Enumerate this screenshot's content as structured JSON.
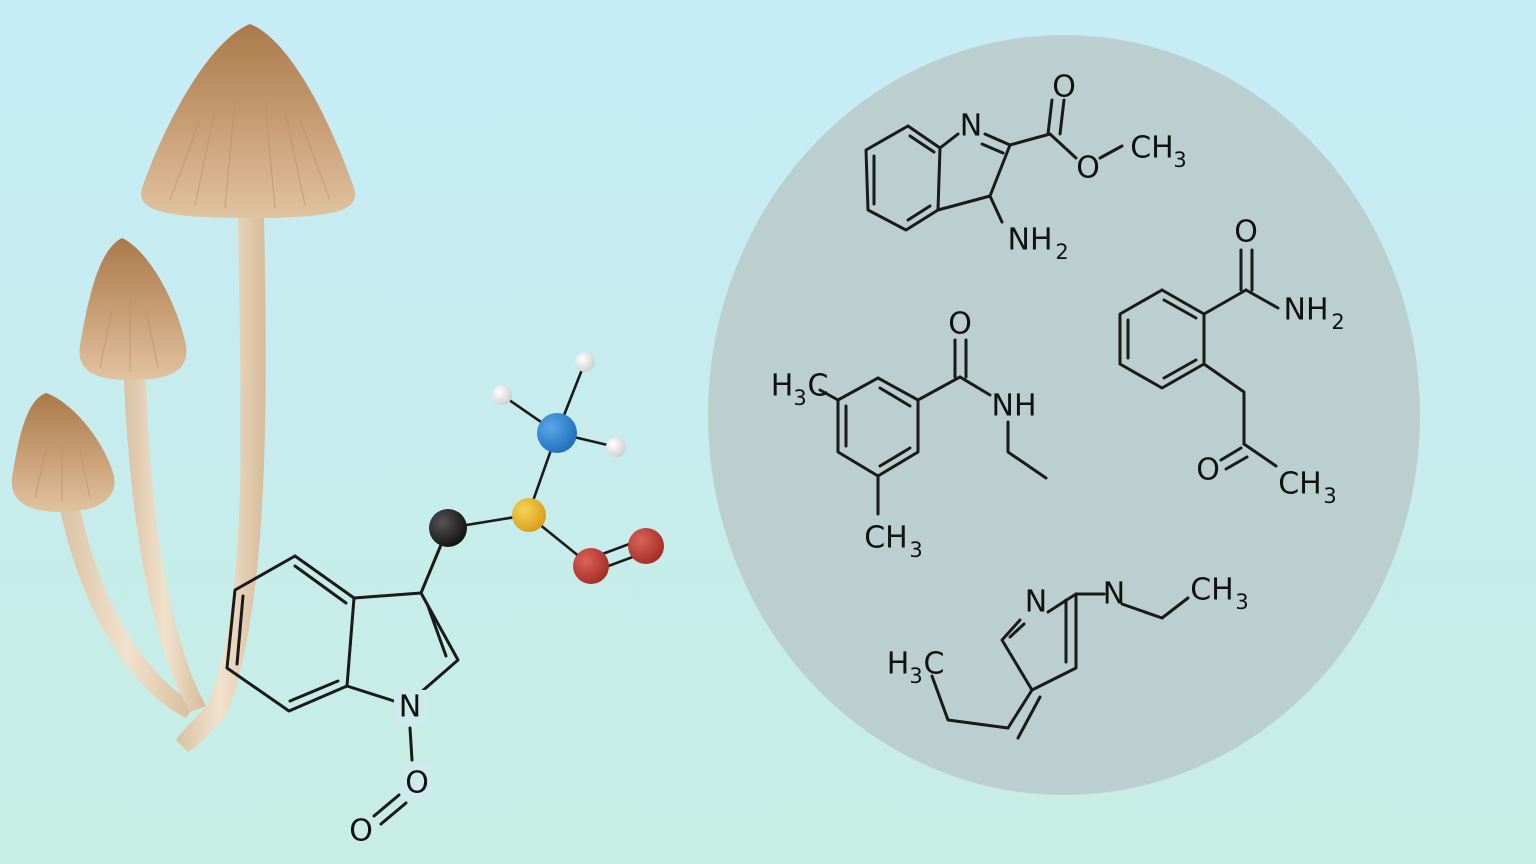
{
  "colors": {
    "background_top": "#c6ecf7",
    "background_bottom": "#c7ede4",
    "circle_fill": "#bccfd0",
    "mushroom_cap_top": "#a9794a",
    "mushroom_cap_bottom": "#ddbe98",
    "mushroom_stem": "#e9d6be",
    "bond_stroke": "#1a1a1a",
    "atom_nitrogen": "#1f78c8",
    "atom_carbon_black": "#1a1a1a",
    "atom_sulfur_yellow": "#e9b62a",
    "atom_oxygen_red": "#b8372c",
    "atom_hydrogen_white": "#f4f4f4"
  },
  "icons": {
    "mushrooms": "three-mushrooms-illustration",
    "ball_and_stick": "ball-and-stick-molecule"
  },
  "left_molecule": {
    "n_label": "N",
    "o_label_1": "O",
    "o_label_2": "O"
  },
  "structures": {
    "s1": {
      "n": "N",
      "o_carbonyl": "O",
      "o_ester": "O",
      "ch3": "CH",
      "ch3_sub": "3",
      "nh2": "NH",
      "nh2_sub": "2"
    },
    "s2": {
      "h3c": "H",
      "h3c_sub": "3",
      "h3c_c": "C",
      "o": "O",
      "nh": "NH",
      "ch3": "CH",
      "ch3_sub": "3"
    },
    "s3": {
      "o_amide": "O",
      "nh2": "NH",
      "nh2_sub": "2",
      "o_ketone": "O",
      "ch3": "CH",
      "ch3_sub": "3"
    },
    "s4": {
      "n_ring": "N",
      "n_amine": "N",
      "ch3": "CH",
      "ch3_sub": "3",
      "h3c": "H",
      "h3c_sub": "3",
      "h3c_c": "C"
    }
  }
}
